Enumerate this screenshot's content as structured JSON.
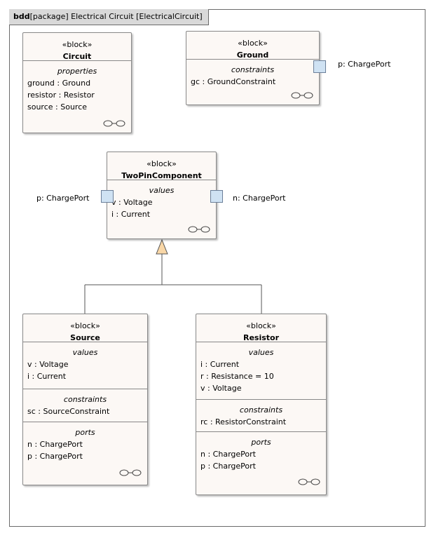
{
  "frame": {
    "kind": "bdd",
    "title": "[package] Electrical Circuit [ElectricalCircuit]"
  },
  "blocks": {
    "circuit": {
      "stereotype": "«block»",
      "name": "Circuit",
      "properties": {
        "title": "properties",
        "items": [
          "ground : Ground",
          "resistor : Resistor",
          "source : Source"
        ]
      }
    },
    "ground": {
      "stereotype": "«block»",
      "name": "Ground",
      "constraints": {
        "title": "constraints",
        "items": [
          "gc : GroundConstraint"
        ]
      },
      "port_label": "p: ChargePort"
    },
    "twopin": {
      "stereotype": "«block»",
      "name": "TwoPinComponent",
      "values": {
        "title": "values",
        "items": [
          "v : Voltage",
          "i : Current"
        ]
      },
      "port_p_label": "p: ChargePort",
      "port_n_label": "n: ChargePort"
    },
    "source": {
      "stereotype": "«block»",
      "name": "Source",
      "values": {
        "title": "values",
        "items": [
          "v : Voltage",
          "i : Current"
        ]
      },
      "constraints": {
        "title": "constraints",
        "items": [
          "sc : SourceConstraint"
        ]
      },
      "ports": {
        "title": "ports",
        "items": [
          "n : ChargePort",
          "p : ChargePort"
        ]
      }
    },
    "resistor": {
      "stereotype": "«block»",
      "name": "Resistor",
      "values": {
        "title": "values",
        "items": [
          "i : Current",
          "r : Resistance = 10",
          "v : Voltage"
        ]
      },
      "constraints": {
        "title": "constraints",
        "items": [
          "rc : ResistorConstraint"
        ]
      },
      "ports": {
        "title": "ports",
        "items": [
          "n : ChargePort",
          "p : ChargePort"
        ]
      }
    }
  },
  "colors": {
    "block_fill": "#fcf8f5",
    "port_fill": "#cfe2f3",
    "generalization_fill": "#f9d7a7",
    "frame_tab": "#d9d9d9"
  }
}
